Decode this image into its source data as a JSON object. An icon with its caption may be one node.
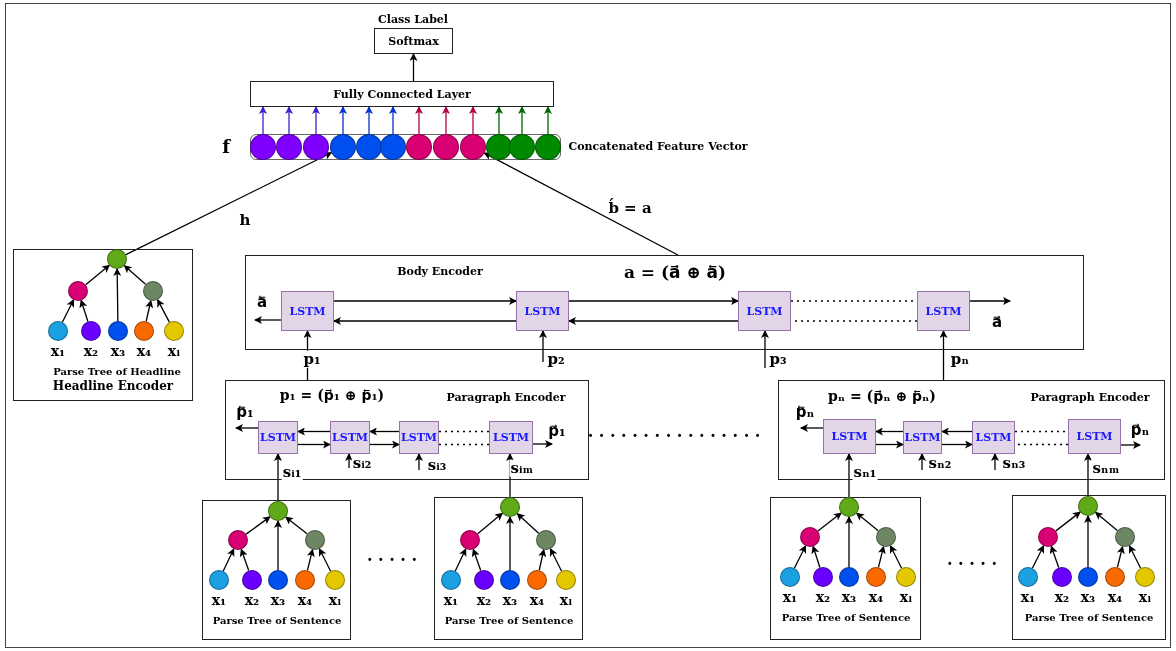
{
  "diagram": {
    "nodes": [
      {
        "text": [
          "Softmax"
        ],
        "beside": [
          "Class Label"
        ]
      },
      {
        "text": [
          "Fully Connected Layer"
        ]
      },
      {
        "text": [],
        "shape": "bar",
        "beside": [
          "f",
          "Concatenated Feature Vector"
        ]
      },
      {
        "text": [],
        "shape": "circle",
        "in": 2
      },
      {
        "text": [],
        "shape": "circle",
        "in": 2
      },
      {
        "text": [],
        "shape": "circle",
        "in": 2
      },
      {
        "text": [],
        "shape": "circle",
        "in": 2
      },
      {
        "text": [],
        "shape": "circle",
        "in": 2
      },
      {
        "text": [],
        "shape": "circle",
        "in": 2
      },
      {
        "text": [],
        "shape": "circle",
        "in": 2
      },
      {
        "text": [],
        "shape": "circle",
        "in": 2
      },
      {
        "text": [],
        "shape": "circle",
        "in": 2
      },
      {
        "text": [],
        "shape": "circle",
        "in": 2
      },
      {
        "text": [],
        "shape": "circle",
        "in": 2
      },
      {
        "text": [],
        "shape": "circle",
        "in": 2
      },
      {
        "text": [
          "Parse Tree of Headline",
          "Headline Encoder"
        ]
      },
      {
        "text": [],
        "shape": "circle",
        "in": 15
      },
      {
        "text": [],
        "shape": "circle",
        "in": 15
      },
      {
        "text": [],
        "shape": "circle",
        "in": 15
      },
      {
        "text": [],
        "shape": "circle",
        "in": 15,
        "beside": [
          "x₁"
        ]
      },
      {
        "text": [],
        "shape": "circle",
        "in": 15,
        "beside": [
          "x₂"
        ]
      },
      {
        "text": [],
        "shape": "circle",
        "in": 15,
        "beside": [
          "x₃"
        ]
      },
      {
        "text": [],
        "shape": "circle",
        "in": 15,
        "beside": [
          "x₄"
        ]
      },
      {
        "text": [],
        "shape": "circle",
        "in": 15,
        "beside": [
          "xₗ"
        ]
      },
      {
        "text": [
          "Body Encoder",
          "a = (a⃗ ⊕ a⃖)"
        ]
      },
      {
        "text": [
          "LSTM"
        ],
        "in": 24
      },
      {
        "text": [
          "LSTM"
        ],
        "in": 24
      },
      {
        "text": [
          "LSTM"
        ],
        "in": 24
      },
      {
        "text": [
          "LSTM"
        ],
        "in": 24
      },
      {
        "text": [
          "p₁ = (p⃗₁ ⊕ p⃖₁)",
          "Paragraph Encoder"
        ]
      },
      {
        "text": [
          "LSTM"
        ],
        "in": 29
      },
      {
        "text": [
          "LSTM"
        ],
        "in": 29
      },
      {
        "text": [
          "LSTM"
        ],
        "in": 29
      },
      {
        "text": [
          "LSTM"
        ],
        "in": 29
      },
      {
        "text": [
          "pₙ = (p⃗ₙ ⊕ p⃖ₙ)",
          "Paragraph Encoder"
        ]
      },
      {
        "text": [
          "LSTM"
        ],
        "in": 34
      },
      {
        "text": [
          "LSTM"
        ],
        "in": 34
      },
      {
        "text": [
          "LSTM"
        ],
        "in": 34
      },
      {
        "text": [
          "LSTM"
        ],
        "in": 34
      },
      {
        "text": [
          "Parse Tree of Sentence"
        ]
      },
      {
        "text": [],
        "shape": "circle",
        "in": 39
      },
      {
        "text": [],
        "shape": "circle",
        "in": 39
      },
      {
        "text": [],
        "shape": "circle",
        "in": 39
      },
      {
        "text": [],
        "shape": "circle",
        "in": 39,
        "beside": [
          "x₁"
        ]
      },
      {
        "text": [],
        "shape": "circle",
        "in": 39,
        "beside": [
          "x₂"
        ]
      },
      {
        "text": [],
        "shape": "circle",
        "in": 39,
        "beside": [
          "x₃"
        ]
      },
      {
        "text": [],
        "shape": "circle",
        "in": 39,
        "beside": [
          "x₄"
        ]
      },
      {
        "text": [],
        "shape": "circle",
        "in": 39,
        "beside": [
          "xₗ"
        ]
      },
      {
        "text": [
          "Parse Tree of Sentence"
        ]
      },
      {
        "text": [],
        "shape": "circle",
        "in": 48
      },
      {
        "text": [],
        "shape": "circle",
        "in": 48
      },
      {
        "text": [],
        "shape": "circle",
        "in": 48
      },
      {
        "text": [],
        "shape": "circle",
        "in": 48,
        "beside": [
          "x₁"
        ]
      },
      {
        "text": [],
        "shape": "circle",
        "in": 48,
        "beside": [
          "x₂"
        ]
      },
      {
        "text": [],
        "shape": "circle",
        "in": 48,
        "beside": [
          "x₃"
        ]
      },
      {
        "text": [],
        "shape": "circle",
        "in": 48,
        "beside": [
          "x₄"
        ]
      },
      {
        "text": [],
        "shape": "circle",
        "in": 48,
        "beside": [
          "xₗ"
        ]
      },
      {
        "text": [
          "Parse Tree of Sentence"
        ]
      },
      {
        "text": [],
        "shape": "circle",
        "in": 57
      },
      {
        "text": [],
        "shape": "circle",
        "in": 57
      },
      {
        "text": [],
        "shape": "circle",
        "in": 57
      },
      {
        "text": [],
        "shape": "circle",
        "in": 57,
        "beside": [
          "x₁"
        ]
      },
      {
        "text": [],
        "shape": "circle",
        "in": 57,
        "beside": [
          "x₂"
        ]
      },
      {
        "text": [],
        "shape": "circle",
        "in": 57,
        "beside": [
          "x₃"
        ]
      },
      {
        "text": [],
        "shape": "circle",
        "in": 57,
        "beside": [
          "x₄"
        ]
      },
      {
        "text": [],
        "shape": "circle",
        "in": 57,
        "beside": [
          "xₗ"
        ]
      },
      {
        "text": [
          "Parse Tree of Sentence"
        ]
      },
      {
        "text": [],
        "shape": "circle",
        "in": 66
      },
      {
        "text": [],
        "shape": "circle",
        "in": 66
      },
      {
        "text": [],
        "shape": "circle",
        "in": 66
      },
      {
        "text": [],
        "shape": "circle",
        "in": 66,
        "beside": [
          "x₁"
        ]
      },
      {
        "text": [],
        "shape": "circle",
        "in": 66,
        "beside": [
          "x₂"
        ]
      },
      {
        "text": [],
        "shape": "circle",
        "in": 66,
        "beside": [
          "x₃"
        ]
      },
      {
        "text": [],
        "shape": "circle",
        "in": 66,
        "beside": [
          "x₄"
        ]
      },
      {
        "text": [],
        "shape": "circle",
        "in": 66,
        "beside": [
          "xₗ"
        ]
      }
    ],
    "edges": [
      {
        "from": 3,
        "to": 1,
        "arrow": "to",
        "color": "#3d1fcc"
      },
      {
        "from": 4,
        "to": 1,
        "arrow": "to",
        "color": "#3d1fcc"
      },
      {
        "from": 5,
        "to": 1,
        "arrow": "to",
        "color": "#3d1fcc"
      },
      {
        "from": 6,
        "to": 1,
        "arrow": "to",
        "color": "#0033cc"
      },
      {
        "from": 7,
        "to": 1,
        "arrow": "to",
        "color": "#0033cc"
      },
      {
        "from": 8,
        "to": 1,
        "arrow": "to",
        "color": "#0033cc"
      },
      {
        "from": 9,
        "to": 1,
        "arrow": "to",
        "color": "#b0004a"
      },
      {
        "from": 10,
        "to": 1,
        "arrow": "to",
        "color": "#b0004a"
      },
      {
        "from": 11,
        "to": 1,
        "arrow": "to",
        "color": "#b0004a"
      },
      {
        "from": 12,
        "to": 1,
        "arrow": "to",
        "color": "#006600"
      },
      {
        "from": 13,
        "to": 1,
        "arrow": "to",
        "color": "#006600"
      },
      {
        "from": 14,
        "to": 1,
        "arrow": "to",
        "color": "#006600"
      },
      {
        "from": 1,
        "to": 0,
        "arrow": "to"
      },
      {
        "from": 19,
        "to": 17,
        "arrow": "to"
      },
      {
        "from": 20,
        "to": 17,
        "arrow": "to"
      },
      {
        "from": 21,
        "to": 16,
        "arrow": "to"
      },
      {
        "from": 22,
        "to": 18,
        "arrow": "to"
      },
      {
        "from": 23,
        "to": 18,
        "arrow": "to"
      },
      {
        "from": 17,
        "to": 16,
        "arrow": "to"
      },
      {
        "from": 18,
        "to": 16,
        "arrow": "to"
      },
      {
        "from": 16,
        "to": 6,
        "arrow": "to",
        "label": "h"
      },
      {
        "from": 24,
        "to": 11,
        "arrow": "to",
        "label": "b́ = a"
      },
      {
        "from": 25,
        "to": null,
        "arrow": "to",
        "label": "a⃖"
      },
      {
        "from": 25,
        "to": 26,
        "arrow": "to"
      },
      {
        "from": 26,
        "to": 25,
        "arrow": "to"
      },
      {
        "from": 26,
        "to": 27,
        "arrow": "to"
      },
      {
        "from": 27,
        "to": 26,
        "arrow": "to"
      },
      {
        "from": 27,
        "to": 28,
        "arrow": "none",
        "style": "dashed"
      },
      {
        "from": 28,
        "to": 27,
        "arrow": "none",
        "style": "dashed"
      },
      {
        "from": 28,
        "to": null,
        "arrow": "to",
        "label": "a⃗"
      },
      {
        "from": 29,
        "to": 25,
        "arrow": "to",
        "label": "p₁"
      },
      {
        "from": null,
        "to": 26,
        "arrow": "to",
        "label": "p₂"
      },
      {
        "from": null,
        "to": 27,
        "arrow": "to",
        "label": "p₃"
      },
      {
        "from": 34,
        "to": 28,
        "arrow": "to",
        "label": "pₙ"
      },
      {
        "from": 30,
        "to": null,
        "arrow": "to",
        "label": "p⃖₁"
      },
      {
        "from": 31,
        "to": 30,
        "arrow": "to"
      },
      {
        "from": 32,
        "to": 31,
        "arrow": "to"
      },
      {
        "from": 30,
        "to": 31,
        "arrow": "to"
      },
      {
        "from": 31,
        "to": 32,
        "arrow": "to"
      },
      {
        "from": 32,
        "to": 33,
        "arrow": "none",
        "style": "dashed"
      },
      {
        "from": 33,
        "to": 32,
        "arrow": "none",
        "style": "dashed"
      },
      {
        "from": 33,
        "to": null,
        "arrow": "to",
        "label": "p⃗₁"
      },
      {
        "from": 40,
        "to": 30,
        "arrow": "to",
        "label": "sᵢ₁"
      },
      {
        "from": null,
        "to": 31,
        "arrow": "to",
        "label": "sᵢ₂"
      },
      {
        "from": null,
        "to": 32,
        "arrow": "to",
        "label": "sᵢ₃"
      },
      {
        "from": 49,
        "to": 33,
        "arrow": "to",
        "label": "sᵢₘ"
      },
      {
        "from": 35,
        "to": null,
        "arrow": "to",
        "label": "p⃖ₙ"
      },
      {
        "from": 36,
        "to": 35,
        "arrow": "to"
      },
      {
        "from": 37,
        "to": 36,
        "arrow": "to"
      },
      {
        "from": 35,
        "to": 36,
        "arrow": "to"
      },
      {
        "from": 36,
        "to": 37,
        "arrow": "to"
      },
      {
        "from": 37,
        "to": 38,
        "arrow": "none",
        "style": "dashed"
      },
      {
        "from": 38,
        "to": 37,
        "arrow": "none",
        "style": "dashed"
      },
      {
        "from": 38,
        "to": null,
        "arrow": "to",
        "label": "p⃗ₙ"
      },
      {
        "from": 58,
        "to": 35,
        "arrow": "to",
        "label": "sₙ₁"
      },
      {
        "from": null,
        "to": 36,
        "arrow": "to",
        "label": "sₙ₂"
      },
      {
        "from": null,
        "to": 37,
        "arrow": "to",
        "label": "sₙ₃"
      },
      {
        "from": 67,
        "to": 38,
        "arrow": "to",
        "label": "sₙₘ"
      },
      {
        "from": 43,
        "to": 41,
        "arrow": "to"
      },
      {
        "from": 44,
        "to": 41,
        "arrow": "to"
      },
      {
        "from": 45,
        "to": 40,
        "arrow": "to"
      },
      {
        "from": 46,
        "to": 42,
        "arrow": "to"
      },
      {
        "from": 47,
        "to": 42,
        "arrow": "to"
      },
      {
        "from": 41,
        "to": 40,
        "arrow": "to"
      },
      {
        "from": 42,
        "to": 40,
        "arrow": "to"
      },
      {
        "from": 52,
        "to": 50,
        "arrow": "to"
      },
      {
        "from": 53,
        "to": 50,
        "arrow": "to"
      },
      {
        "from": 54,
        "to": 49,
        "arrow": "to"
      },
      {
        "from": 55,
        "to": 51,
        "arrow": "to"
      },
      {
        "from": 56,
        "to": 51,
        "arrow": "to"
      },
      {
        "from": 50,
        "to": 49,
        "arrow": "to"
      },
      {
        "from": 51,
        "to": 49,
        "arrow": "to"
      },
      {
        "from": 61,
        "to": 59,
        "arrow": "to"
      },
      {
        "from": 62,
        "to": 59,
        "arrow": "to"
      },
      {
        "from": 63,
        "to": 58,
        "arrow": "to"
      },
      {
        "from": 64,
        "to": 60,
        "arrow": "to"
      },
      {
        "from": 65,
        "to": 60,
        "arrow": "to"
      },
      {
        "from": 59,
        "to": 58,
        "arrow": "to"
      },
      {
        "from": 60,
        "to": 58,
        "arrow": "to"
      },
      {
        "from": 70,
        "to": 68,
        "arrow": "to"
      },
      {
        "from": 71,
        "to": 68,
        "arrow": "to"
      },
      {
        "from": 72,
        "to": 67,
        "arrow": "to"
      },
      {
        "from": 73,
        "to": 69,
        "arrow": "to"
      },
      {
        "from": 74,
        "to": 69,
        "arrow": "to"
      },
      {
        "from": 68,
        "to": 67,
        "arrow": "to"
      },
      {
        "from": 69,
        "to": 67,
        "arrow": "to"
      }
    ],
    "labels": [
      ". . . . .",
      ". . . . . . . . . . . . . . . .",
      ". . . . ."
    ]
  }
}
